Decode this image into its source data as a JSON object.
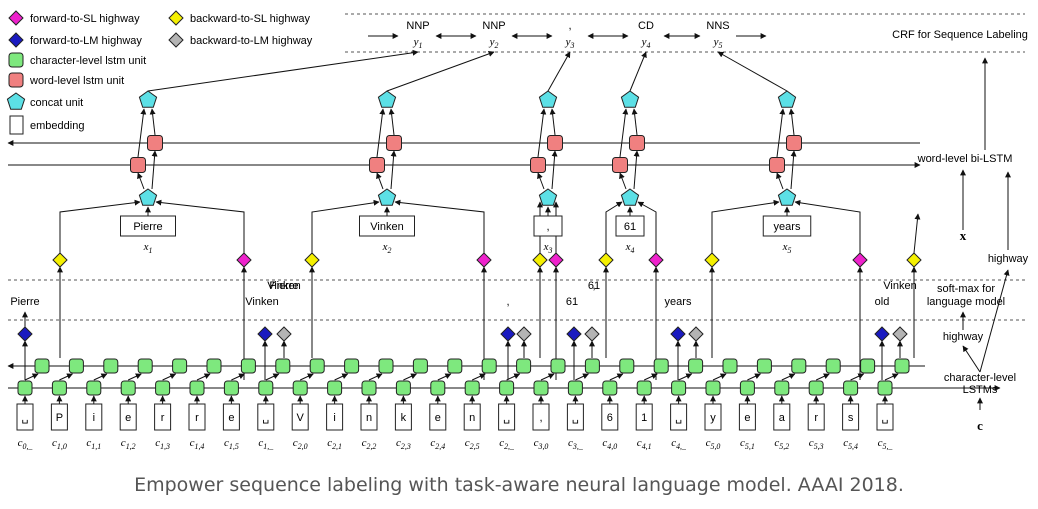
{
  "legend": [
    {
      "label": "forward-to-SL highway",
      "shape": "diamond",
      "color": "#ee22cc"
    },
    {
      "label": "forward-to-LM highway",
      "shape": "diamond",
      "color": "#1a1ac0"
    },
    {
      "label": "character-level lstm unit",
      "shape": "rounded-square",
      "color": "#7ee87e"
    },
    {
      "label": "word-level lstm unit",
      "shape": "rounded-square",
      "color": "#f08080"
    },
    {
      "label": "concat unit",
      "shape": "pentagon",
      "color": "#5ce0e6"
    },
    {
      "label": "embedding",
      "shape": "rectangle",
      "color": "#ffffff"
    },
    {
      "label": "backward-to-SL highway",
      "shape": "diamond",
      "color": "#f5f000"
    },
    {
      "label": "backward-to-LM highway",
      "shape": "diamond",
      "color": "#b4b4b4"
    }
  ],
  "crf_tags": [
    {
      "tag": "NNP",
      "y": "y",
      "sub": "1"
    },
    {
      "tag": "NNP",
      "y": "y",
      "sub": "2"
    },
    {
      "tag": ",",
      "y": "y",
      "sub": "3"
    },
    {
      "tag": "CD",
      "y": "y",
      "sub": "4"
    },
    {
      "tag": "NNS",
      "y": "y",
      "sub": "5"
    }
  ],
  "words": [
    {
      "text": "Pierre",
      "x": "x",
      "sub": "1"
    },
    {
      "text": "Vinken",
      "x": "x",
      "sub": "2"
    },
    {
      "text": ",",
      "x": "x",
      "sub": "3"
    },
    {
      "text": "61",
      "x": "x",
      "sub": "4"
    },
    {
      "text": "years",
      "x": "x",
      "sub": "5"
    }
  ],
  "lm_predictions": [
    {
      "text": "Pierre"
    },
    {
      "text": "Pierre"
    },
    {
      "text": "Vinken"
    },
    {
      "text": "Vinken"
    },
    {
      "text": ","
    },
    {
      "text": ","
    },
    {
      "text": "61"
    },
    {
      "text": "61"
    },
    {
      "text": "years"
    },
    {
      "text": "old"
    },
    {
      "text": "Vinken"
    }
  ],
  "chars": [
    "␣",
    "P",
    "i",
    "e",
    "r",
    "r",
    "e",
    "␣",
    "V",
    "i",
    "n",
    "k",
    "e",
    "n",
    "␣",
    ",",
    "␣",
    "6",
    "1",
    "␣",
    "y",
    "e",
    "a",
    "r",
    "s",
    "␣"
  ],
  "char_subs": [
    "0,_",
    "1,0",
    "1,1",
    "1,2",
    "1,3",
    "1,4",
    "1,5",
    "1,_",
    "2,0",
    "2,1",
    "2,2",
    "2,3",
    "2,4",
    "2,5",
    "2,_",
    "3,0",
    "3,_",
    "4,0",
    "4,1",
    "4,_",
    "5,0",
    "5,1",
    "5,2",
    "5,3",
    "5,4",
    "5,_"
  ],
  "char_var": "c",
  "right_labels": {
    "crf": "CRF for Sequence Labeling",
    "word_lstm": "word-level bi-LSTM",
    "x_vec": "x",
    "highway_upper": "highway",
    "softmax_line1": "soft-max for",
    "softmax_line2": "language model",
    "highway_lower": "highway",
    "char_line1": "character-level",
    "char_line2": "LSTMs",
    "c_vec": "c"
  },
  "caption": "Empower sequence labeling with task-aware neural language model. AAAI 2018."
}
